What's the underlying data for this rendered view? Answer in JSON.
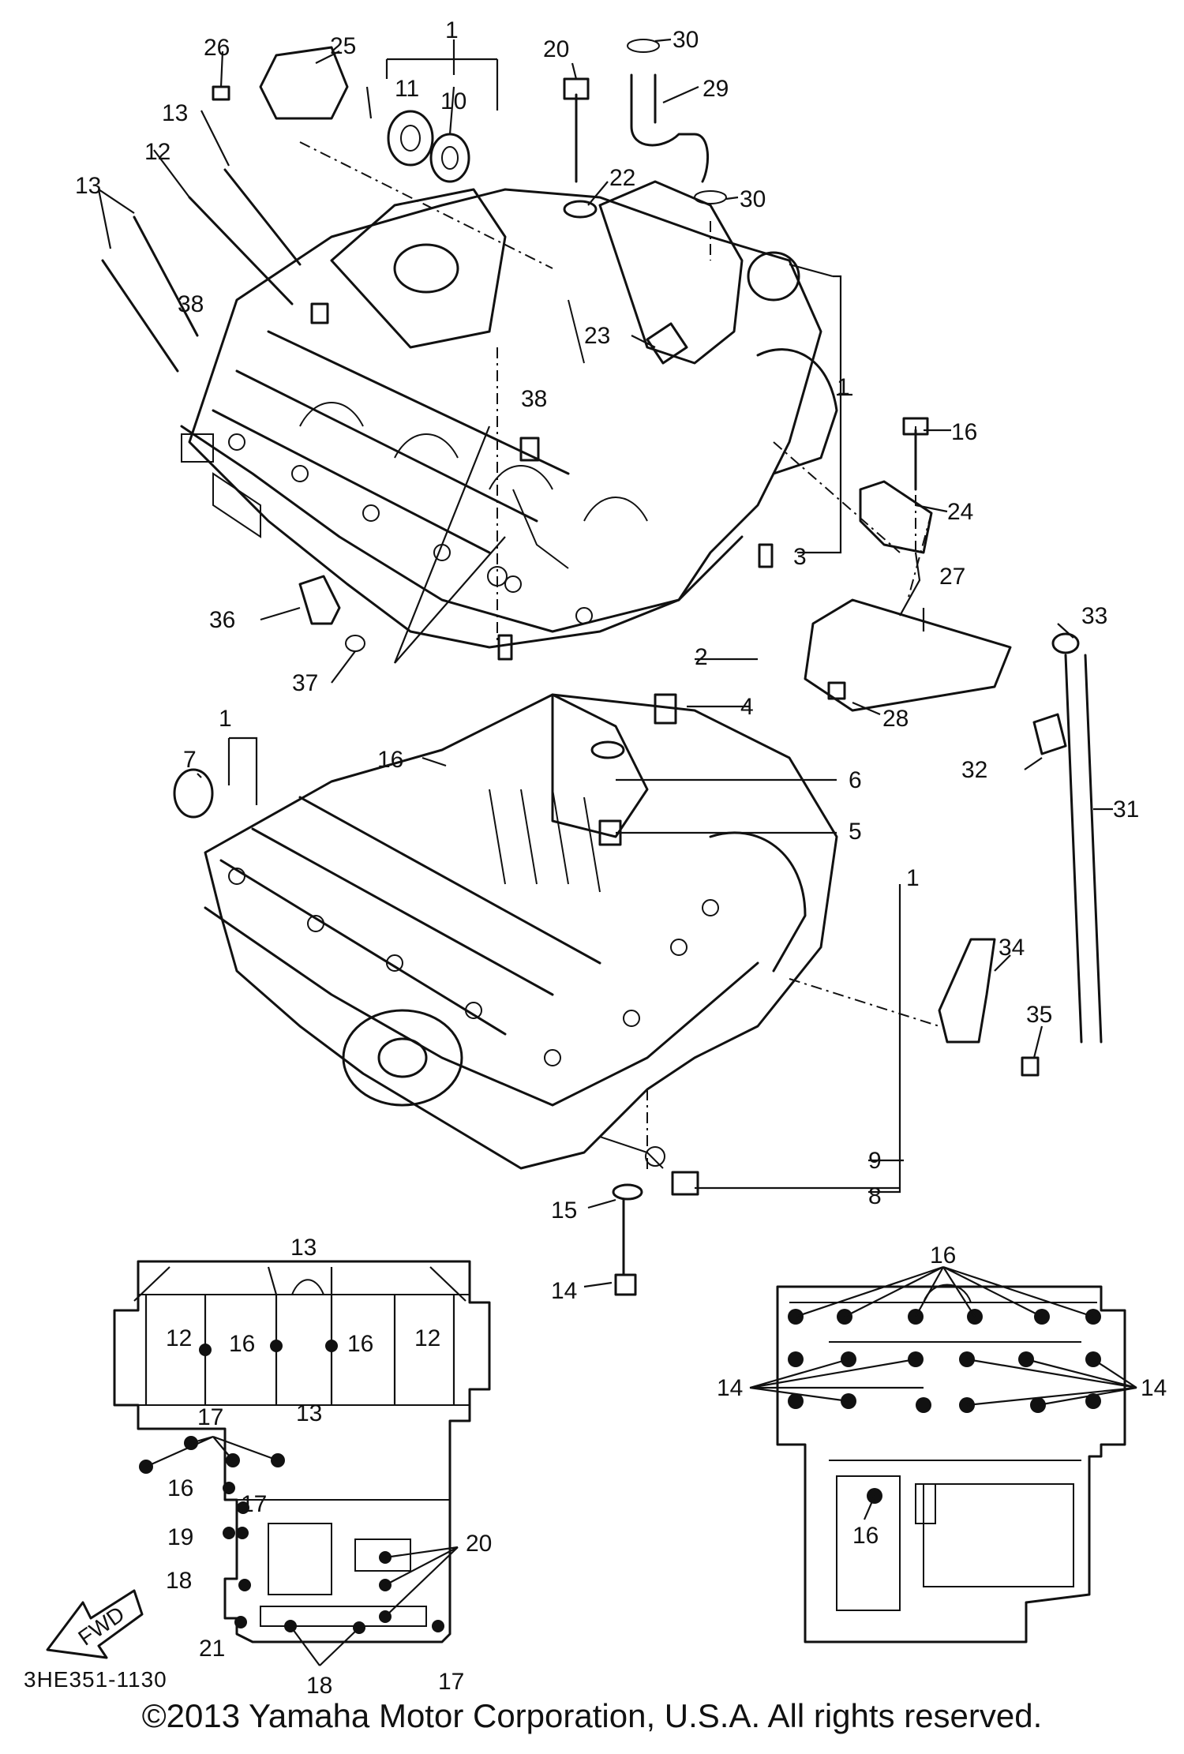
{
  "diagram": {
    "code": "3HE351-1130",
    "copyright": "©2013 Yamaha Motor Corporation, U.S.A. All rights reserved.",
    "fwd_label": "FWD",
    "callouts": {
      "c1a": "1",
      "c1b": "1",
      "c1c": "1",
      "c1d": "1",
      "c2": "2",
      "c3": "3",
      "c4": "4",
      "c5": "5",
      "c6": "6",
      "c7": "7",
      "c8": "8",
      "c9": "9",
      "c10": "10",
      "c11": "11",
      "c12": "12",
      "c13a": "13",
      "c13b": "13",
      "c14": "14",
      "c15": "15",
      "c16a": "16",
      "c16b": "16",
      "c20": "20",
      "c22": "22",
      "c23": "23",
      "c24": "24",
      "c25": "25",
      "c26": "26",
      "c27": "27",
      "c28": "28",
      "c29": "29",
      "c30a": "30",
      "c30b": "30",
      "c31": "31",
      "c32": "32",
      "c33": "33",
      "c34": "34",
      "c35": "35",
      "c36": "36",
      "c37": "37",
      "c38a": "38",
      "c38b": "38"
    },
    "lower_left": {
      "c13a": "13",
      "c12a": "12",
      "c16a": "16",
      "c16b": "16",
      "c12b": "12",
      "c17a": "17",
      "c13b": "13",
      "c16c": "16",
      "c17b": "17",
      "c19": "19",
      "c18a": "18",
      "c20": "20",
      "c21": "21",
      "c18b": "18",
      "c17c": "17"
    },
    "lower_right": {
      "c16a": "16",
      "c14a": "14",
      "c14b": "14",
      "c16b": "16"
    }
  }
}
